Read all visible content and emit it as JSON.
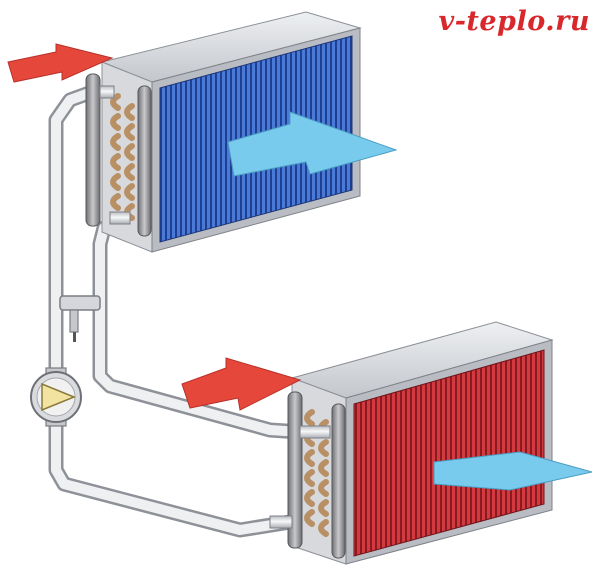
{
  "watermark": {
    "text": "v-teplo.ru",
    "color": "#d8282c"
  },
  "colors": {
    "cold_fins": "#3f6fd0",
    "cold_fins_dark": "#24469a",
    "hot_fins": "#c9323a",
    "hot_fins_dark": "#8e1c22",
    "arrow_red": "#e5453a",
    "arrow_blue": "#74c8ec",
    "casing": "#c8cbd0",
    "pipe": "#e9ebee"
  },
  "diagram": {
    "components": [
      {
        "name": "extract-air-heat-exchanger",
        "fins": "blue"
      },
      {
        "name": "supply-air-heat-exchanger",
        "fins": "red"
      },
      {
        "name": "circulation-pump",
        "icon": "pump-icon"
      },
      {
        "name": "three-way-valve",
        "icon": "valve-icon"
      }
    ],
    "air_flows": [
      {
        "name": "warm-air-in",
        "color": "red"
      },
      {
        "name": "cooled-air-out",
        "color": "blue"
      },
      {
        "name": "cold-air-in",
        "color": "red"
      },
      {
        "name": "heated-air-out",
        "color": "blue"
      }
    ]
  }
}
